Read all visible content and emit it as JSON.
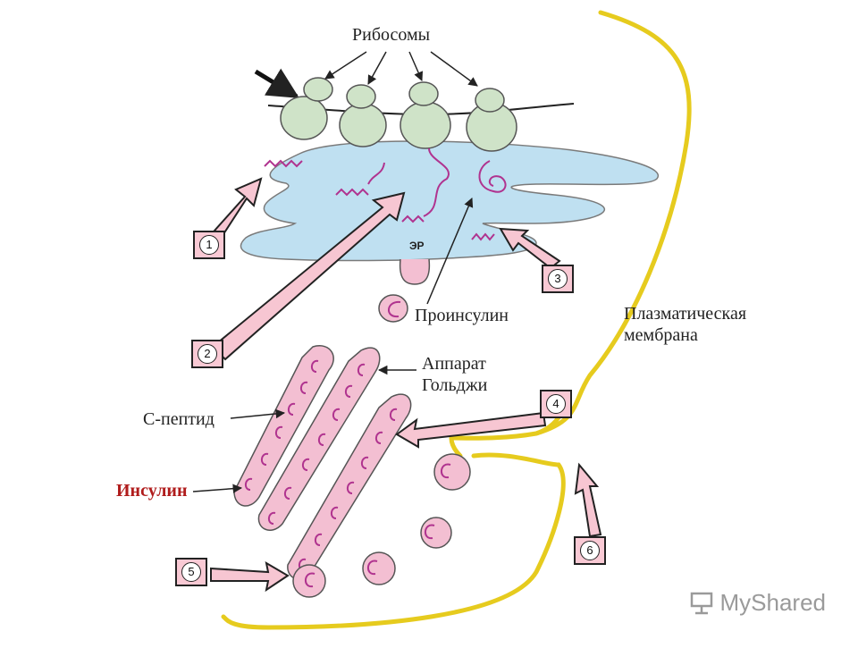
{
  "labels": {
    "ribosomes": "Рибосомы",
    "er": "ЭР",
    "proinsulin": "Проинсулин",
    "plasma_membrane_line1": "Плазматическая",
    "plasma_membrane_line2": "мембрана",
    "golgi_line1": "Аппарат",
    "golgi_line2": "Гольджи",
    "c_peptide": "С-пептид",
    "insulin": "Инсулин"
  },
  "steps": [
    "1",
    "2",
    "3",
    "4",
    "5",
    "6"
  ],
  "colors": {
    "ribosome": "#cfe3c8",
    "er": "#bfe0f1",
    "vesicle": "#f3bfd2",
    "arrow": "#f7c6d2",
    "membrane": "#e6cb1e",
    "peptide": "#b0338f",
    "insulin_label": "#b01c1c"
  },
  "watermark": {
    "text": "MyShared"
  }
}
